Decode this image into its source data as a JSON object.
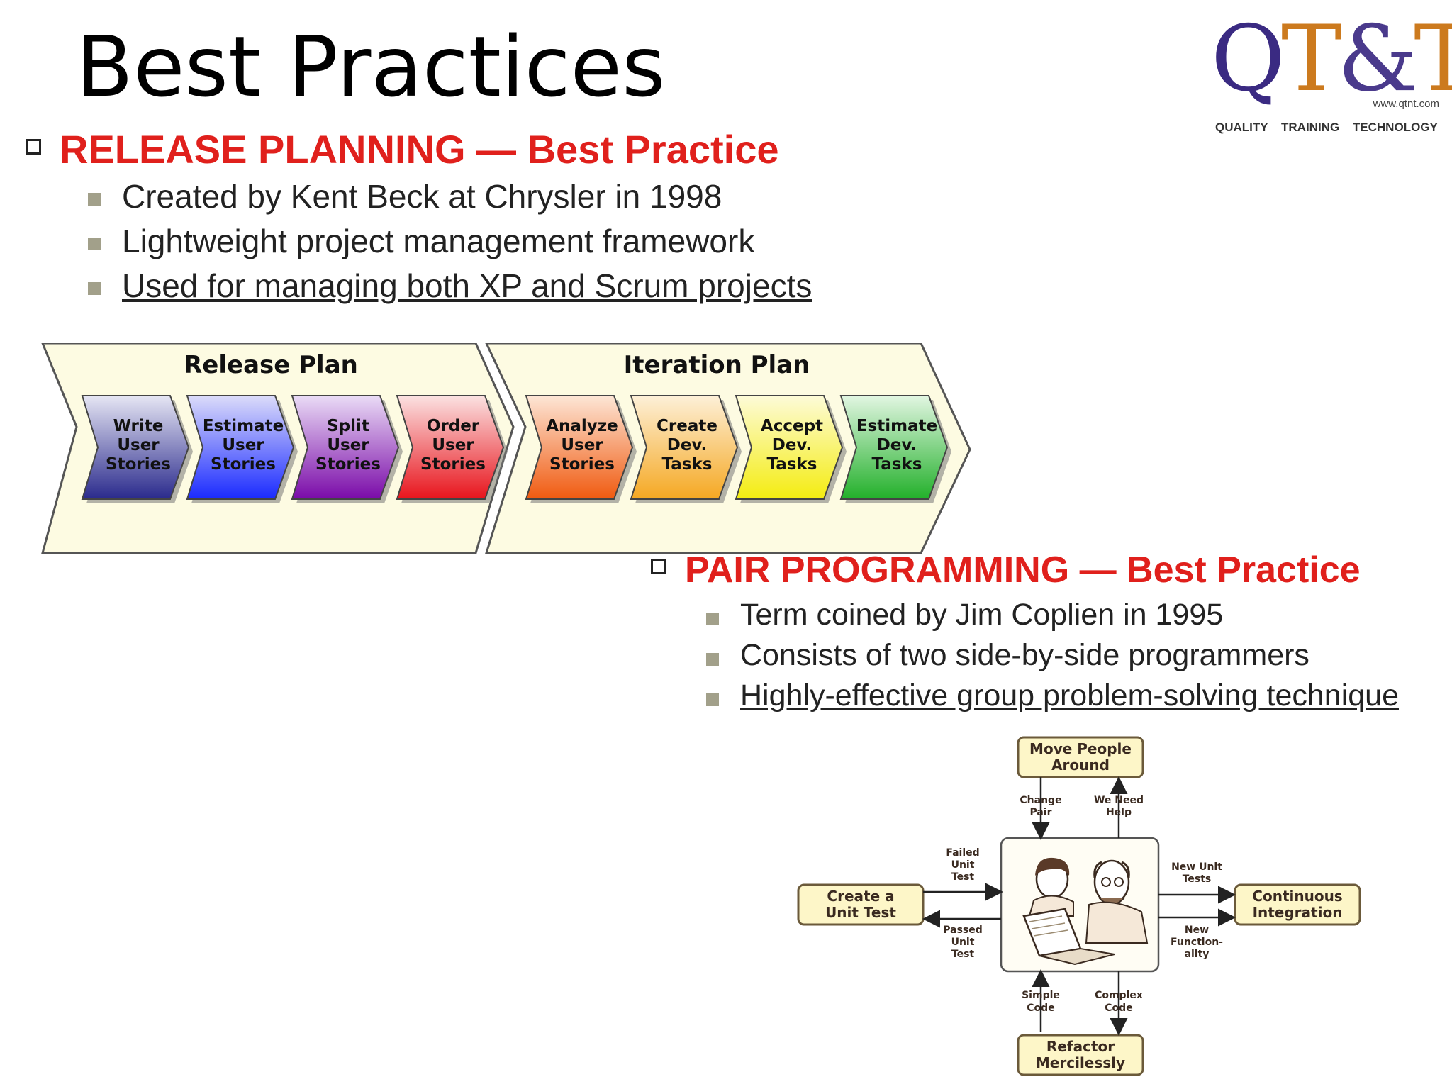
{
  "title": "Best Practices",
  "logo": {
    "main": "QT&T",
    "url": "www.qtnt.com",
    "tagline": "QUALITY TRAINING TECHNOLOGY"
  },
  "release_planning": {
    "heading": "RELEASE PLANNING — Best Practice",
    "bullets": [
      "Created by Kent Beck at Chrysler in 1998",
      "Lightweight project management framework",
      "Used for managing both XP and Scrum projects"
    ]
  },
  "flow": {
    "release_title": "Release Plan",
    "iteration_title": "Iteration Plan",
    "steps": [
      {
        "lines": [
          "Write",
          "User",
          "Stories"
        ],
        "color_top": "#e6e6f4",
        "color_bottom": "#2a2a8c"
      },
      {
        "lines": [
          "Estimate",
          "User",
          "Stories"
        ],
        "color_top": "#dcdcfa",
        "color_bottom": "#1a2aff"
      },
      {
        "lines": [
          "Split",
          "User",
          "Stories"
        ],
        "color_top": "#eadcf6",
        "color_bottom": "#7a0aa8"
      },
      {
        "lines": [
          "Order",
          "User",
          "Stories"
        ],
        "color_top": "#fbe2e2",
        "color_bottom": "#e8141c"
      },
      {
        "lines": [
          "Analyze",
          "User",
          "Stories"
        ],
        "color_top": "#fde6d6",
        "color_bottom": "#f05a10"
      },
      {
        "lines": [
          "Create",
          "Dev.",
          "Tasks"
        ],
        "color_top": "#fdf0d8",
        "color_bottom": "#f5a822"
      },
      {
        "lines": [
          "Accept",
          "Dev.",
          "Tasks"
        ],
        "color_top": "#fdfbd8",
        "color_bottom": "#f4ec10"
      },
      {
        "lines": [
          "Estimate",
          "Dev.",
          "Tasks"
        ],
        "color_top": "#e2f6e2",
        "color_bottom": "#22b02a"
      }
    ]
  },
  "pair_programming": {
    "heading": "PAIR PROGRAMMING — Best Practice",
    "bullets": [
      "Term coined by Jim Coplien in 1995",
      "Consists of two side-by-side programmers",
      "Highly-effective group problem-solving technique"
    ]
  },
  "pair_diagram": {
    "top_box": [
      "Move People",
      "Around"
    ],
    "left_box": [
      "Create a",
      "Unit Test"
    ],
    "right_box": [
      "Continuous",
      "Integration"
    ],
    "bottom_box": [
      "Refactor",
      "Mercilessly"
    ],
    "labels": {
      "change_pair": [
        "Change",
        "Pair"
      ],
      "we_need_help": [
        "We Need",
        "Help"
      ],
      "failed_unit_test": [
        "Failed",
        "Unit",
        "Test"
      ],
      "passed_unit_test": [
        "Passed",
        "Unit",
        "Test"
      ],
      "new_unit_tests": [
        "New Unit",
        "Tests"
      ],
      "new_functionality": [
        "New",
        "Function-",
        "ality"
      ],
      "simple_code": [
        "Simple",
        "Code"
      ],
      "complex_code": [
        "Complex",
        "Code"
      ]
    },
    "colors": {
      "box_fill": "#fdf6c8",
      "box_stroke": "#6b5a3a"
    }
  }
}
